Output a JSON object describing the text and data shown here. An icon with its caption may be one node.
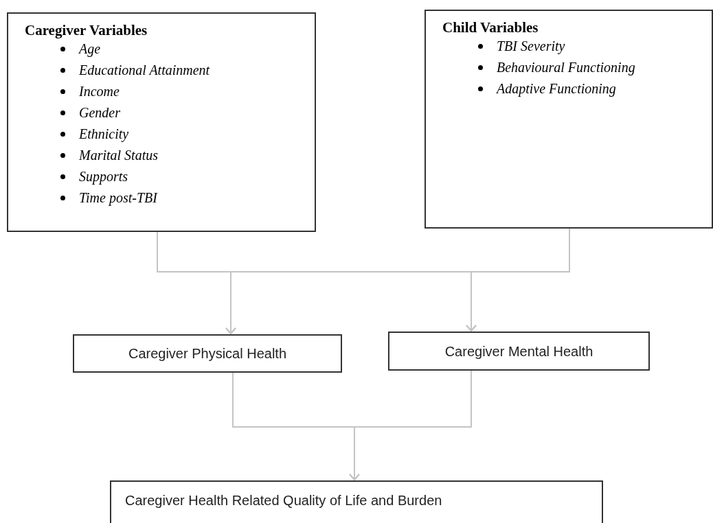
{
  "diagram": {
    "nodes": [
      {
        "text": [
          "Caregiver Variables",
          "Age",
          "Educational Attainment",
          "Income",
          "Gender",
          "Ethnicity",
          "Marital Status",
          "Supports",
          "Time post-TBI"
        ]
      },
      {
        "text": [
          "Child Variables",
          "TBI Severity",
          "Behavioural Functioning",
          "Adaptive Functioning"
        ]
      },
      {
        "text": [
          "Caregiver Physical Health"
        ]
      },
      {
        "text": [
          "Caregiver Mental Health"
        ]
      },
      {
        "text": [
          "Caregiver Health Related Quality of Life and Burden"
        ]
      }
    ],
    "edges": [
      {
        "from": 0,
        "to": 2,
        "arrow": "to"
      },
      {
        "from": 0,
        "to": 3,
        "arrow": "to"
      },
      {
        "from": 1,
        "to": 2,
        "arrow": "to"
      },
      {
        "from": 1,
        "to": 3,
        "arrow": "to"
      },
      {
        "from": 2,
        "to": 4,
        "arrow": "to"
      },
      {
        "from": 3,
        "to": 4,
        "arrow": "to"
      }
    ]
  }
}
